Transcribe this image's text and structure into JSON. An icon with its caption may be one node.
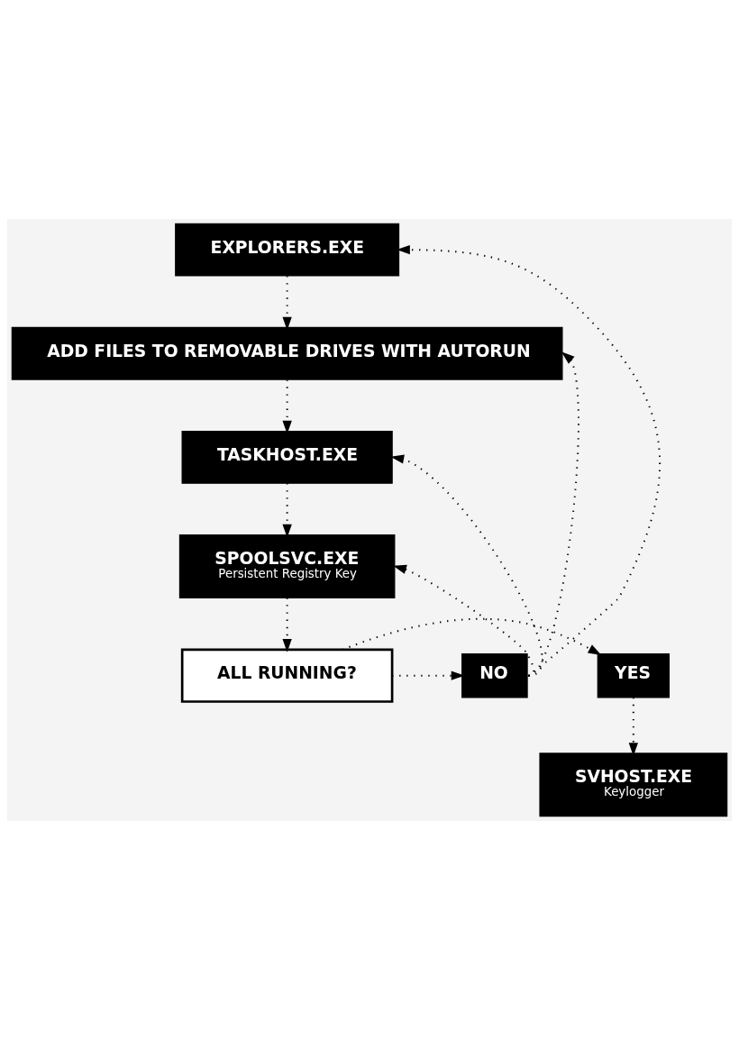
{
  "diagram": {
    "nodes": [
      {
        "text": [
          "EXPLORERS.EXE"
        ]
      },
      {
        "text": [
          "ADD FILES TO REMOVABLE DRIVES WITH AUTORUN"
        ]
      },
      {
        "text": [
          "TASKHOST.EXE"
        ]
      },
      {
        "text": [
          "SPOOLSVC.EXE",
          "Persistent Registry Key"
        ]
      },
      {
        "text": [
          "ALL RUNNING?"
        ]
      },
      {
        "text": [
          "YES"
        ]
      },
      {
        "text": [
          "NO"
        ]
      },
      {
        "text": [
          "SVHOST.EXE",
          "Keylogger"
        ]
      }
    ],
    "edges": [
      {
        "from": 0,
        "to": 1,
        "arrow": "to"
      },
      {
        "from": 1,
        "to": 2,
        "arrow": "to"
      },
      {
        "from": 2,
        "to": 3,
        "arrow": "to"
      },
      {
        "from": 3,
        "to": 4,
        "arrow": "to"
      },
      {
        "from": 4,
        "to": 5,
        "arrow": "to"
      },
      {
        "from": 4,
        "to": 6,
        "arrow": "to"
      },
      {
        "from": 6,
        "to": 0,
        "arrow": "to"
      },
      {
        "from": 6,
        "to": 1,
        "arrow": "to"
      },
      {
        "from": 6,
        "to": 2,
        "arrow": "to"
      },
      {
        "from": 6,
        "to": 3,
        "arrow": "to"
      },
      {
        "from": 5,
        "to": 7,
        "arrow": "to"
      }
    ]
  }
}
